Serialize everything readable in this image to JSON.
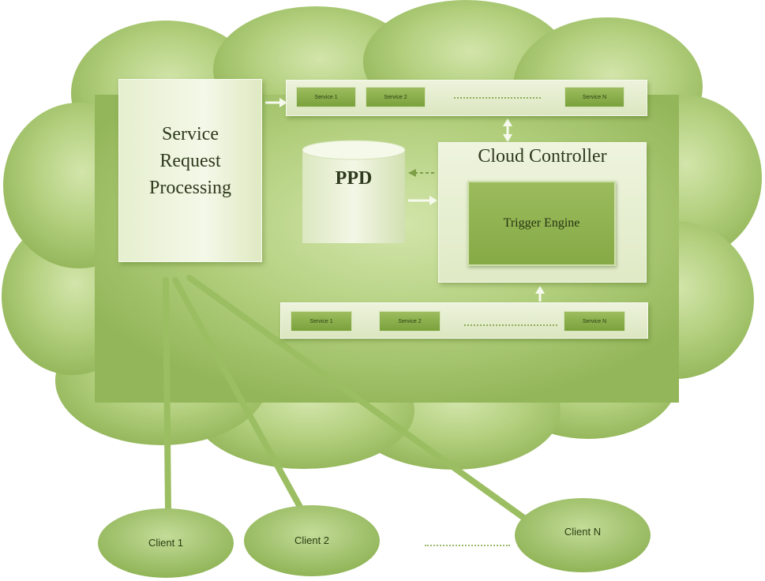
{
  "service_request": {
    "label": "Service\nRequest\nProcessing"
  },
  "ppd": {
    "label": "PPD"
  },
  "cloud_controller": {
    "title": "Cloud Controller",
    "trigger_engine": "Trigger Engine"
  },
  "services_top": {
    "items": [
      "Service 1",
      "Service 2",
      "Service N"
    ]
  },
  "services_bottom": {
    "items": [
      "Service 1",
      "Service 2",
      "Service N"
    ]
  },
  "clients": [
    "Client 1",
    "Client 2",
    "Client N"
  ],
  "colors": {
    "cloud_light": "#c7dc9a",
    "cloud_mid": "#a9c76f",
    "cloud_dark": "#8fb255",
    "box_fill": "#eef4de",
    "service_fill": "#8db04c",
    "link_line": "#9bbd62",
    "client_fill": "#a8c875"
  }
}
